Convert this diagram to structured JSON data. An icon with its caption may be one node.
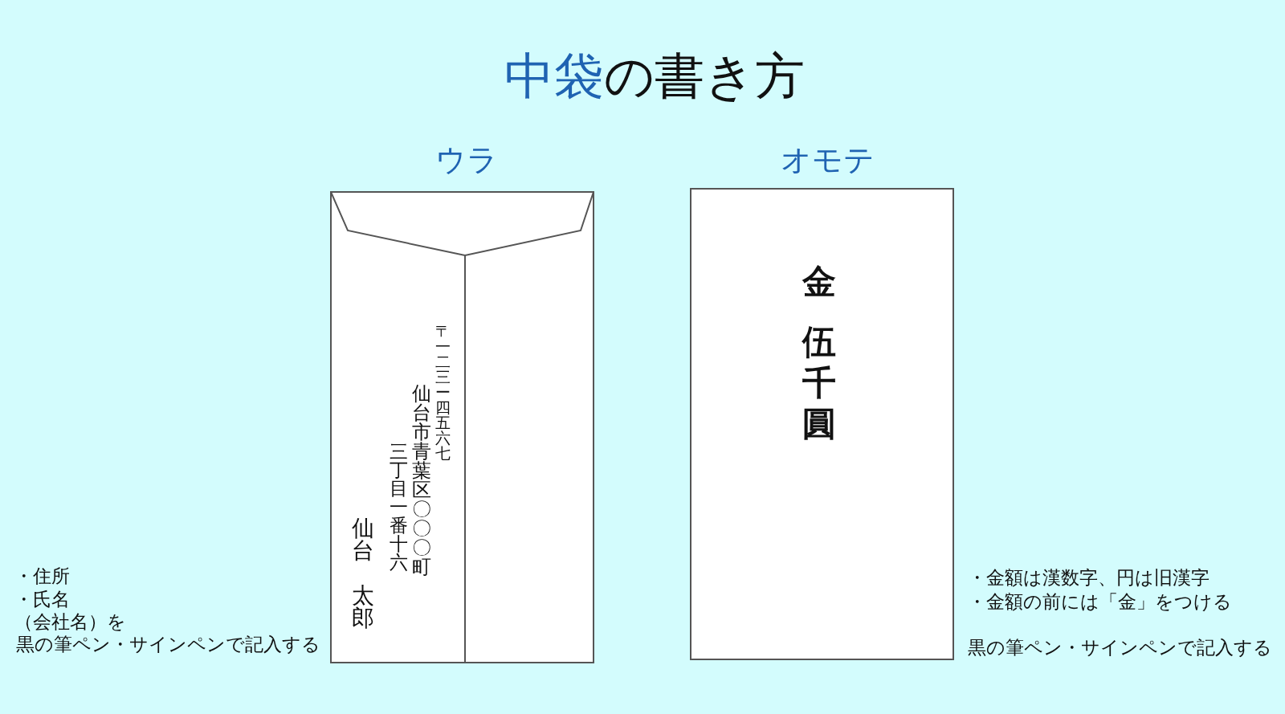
{
  "diagram": {
    "title": "**中袋**の書き方",
    "nodes": [
      {
        "text": [
          "ウラ",
          "〒一二三ー四五六七",
          "仙台市青葉区〇〇〇町",
          "三丁目一番十六",
          "仙台",
          "太郎"
        ],
        "beside": [
          "・住所",
          "・氏名",
          "（会社名）を",
          "黒の筆ペン・サインペンで記入する"
        ]
      },
      {
        "text": [
          "オモテ",
          "金",
          "伍千圓"
        ],
        "beside": [
          "・金額は漢数字、円は旧漢字",
          "・金額の前には「金」をつける",
          "黒の筆ペン・サインペンで記入する"
        ]
      }
    ]
  }
}
